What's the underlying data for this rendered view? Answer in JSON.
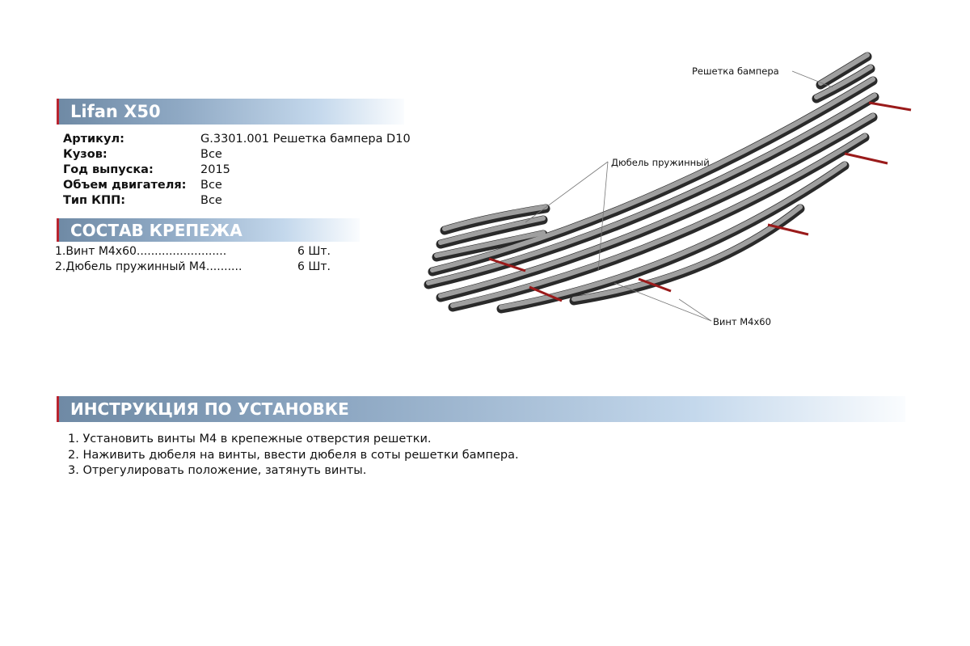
{
  "header": {
    "title": "Lifan X50"
  },
  "specs": [
    {
      "label": "Артикул:",
      "value": "G.3301.001 Решетка бампера D10"
    },
    {
      "label": "Кузов:",
      "value": "Все"
    },
    {
      "label": "Год выпуска:",
      "value": "2015"
    },
    {
      "label": "Объем двигателя:",
      "value": "Все"
    },
    {
      "label": "Тип КПП:",
      "value": "Все"
    }
  ],
  "fasteners": {
    "title": "СОСТАВ КРЕПЕЖА",
    "items": [
      {
        "name": "1.Винт М4х60.........................",
        "qty": "6 Шт."
      },
      {
        "name": "2.Дюбель пружинный М4..........",
        "qty": "6 Шт."
      }
    ]
  },
  "instructions": {
    "title": "ИНСТРУКЦИЯ ПО УСТАНОВКЕ",
    "steps": [
      "1. Установить винты М4 в крепежные отверстия решетки.",
      "2. Наживить дюбеля на винты, ввести дюбеля в соты решетки бампера.",
      "3. Отрегулировать положение, затянуть винты."
    ]
  },
  "diagram": {
    "labels": {
      "grille": "Решетка бампера",
      "dowel": "Дюбель пружинный",
      "screw": "Винт М4х60"
    }
  }
}
